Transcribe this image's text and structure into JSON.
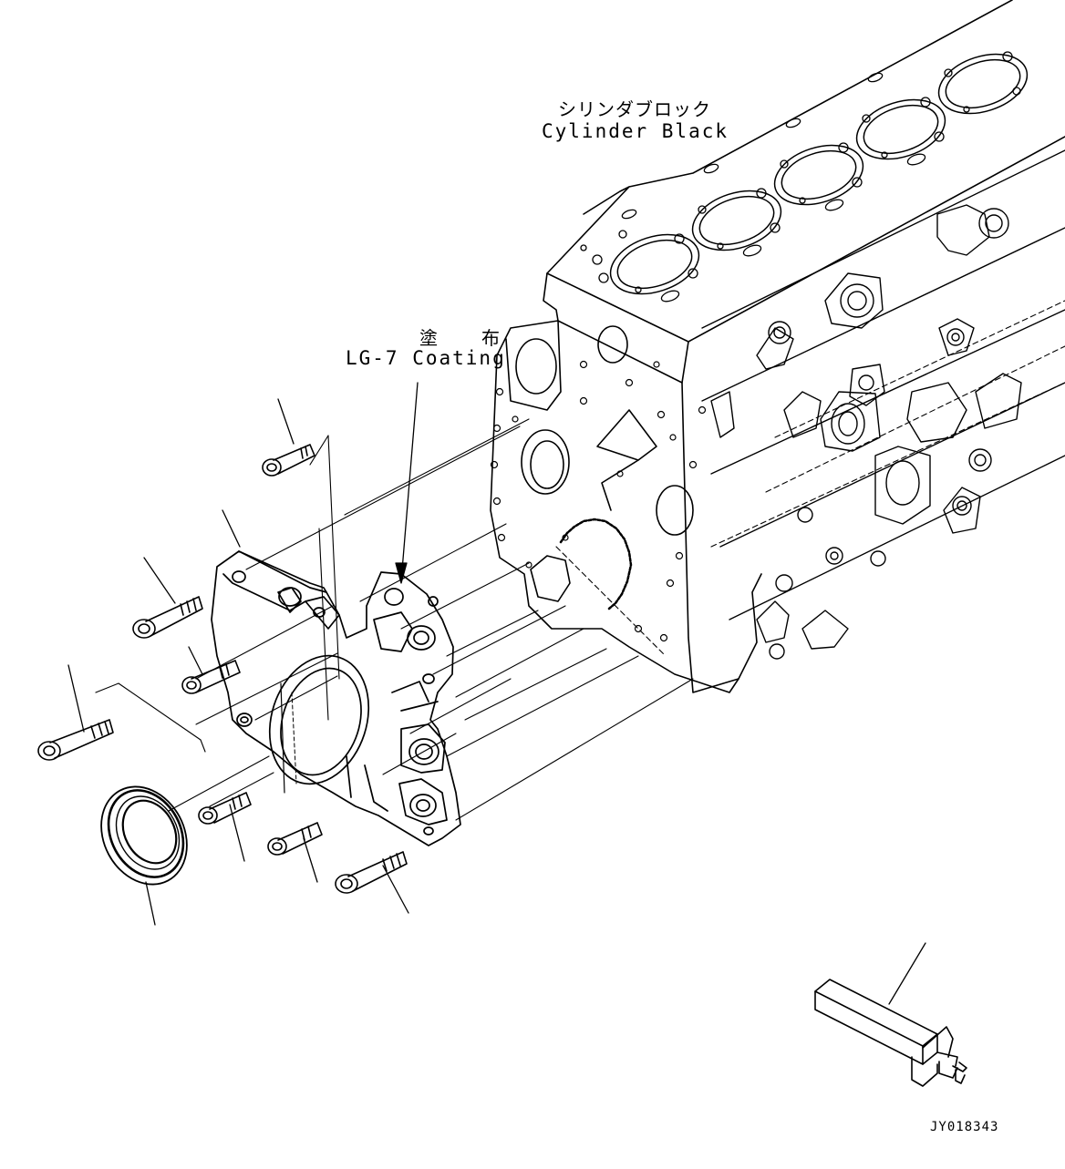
{
  "labels": {
    "cylinder_jp": "シリンダブロック",
    "cylinder_en": "Cylinder Black",
    "coating_jp": "塗 布",
    "coating_en": "LG-7 Coating",
    "drawing_code": "JY018343"
  },
  "colors": {
    "line": "#000000",
    "background": "#ffffff"
  }
}
